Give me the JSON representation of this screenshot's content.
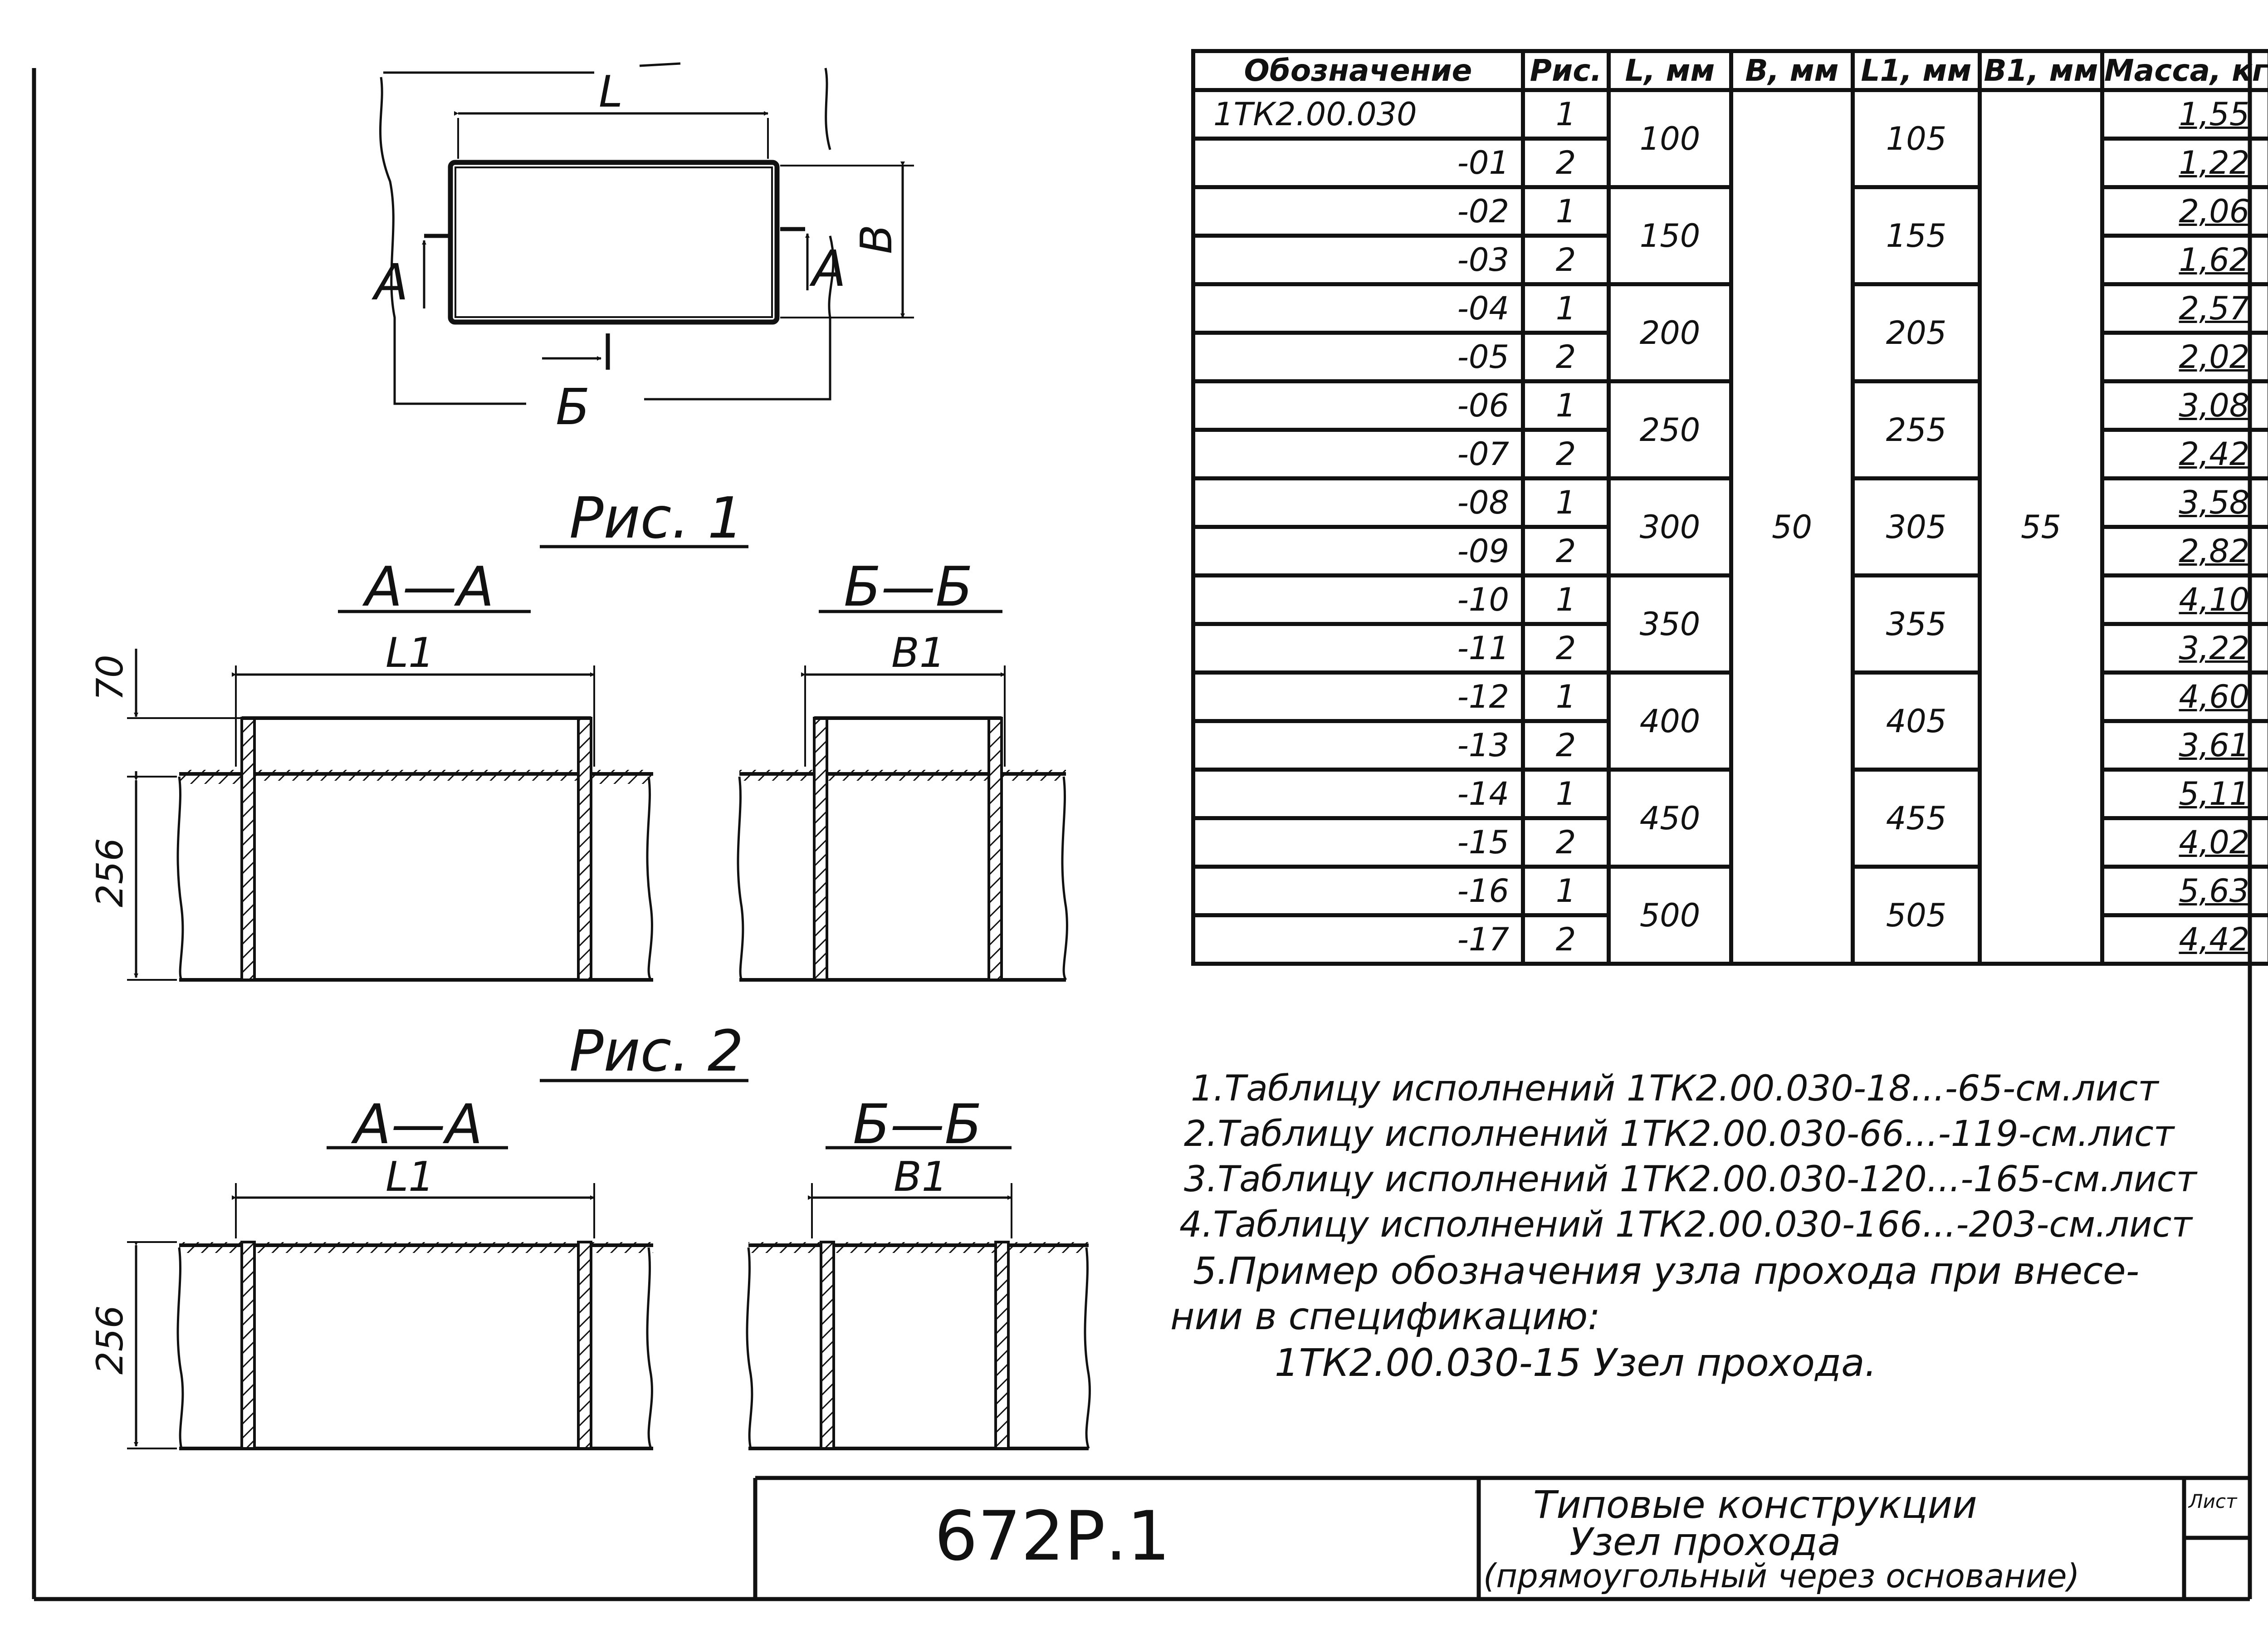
{
  "figures": {
    "plan": {
      "dim_L": "L",
      "dim_B": "B",
      "section_A_left": "A",
      "section_A_right": "A",
      "section_B": "Б"
    },
    "fig1": {
      "caption": "Рис. 1",
      "view_aa": "A—A",
      "view_bb": "Б—Б",
      "dim_L1": "L1",
      "dim_B1": "B1",
      "dim_70": "70",
      "dim_256": "256"
    },
    "fig2": {
      "caption": "Рис. 2",
      "view_aa": "A—A",
      "view_bb": "Б—Б",
      "dim_L1": "L1",
      "dim_B1": "B1",
      "dim_256": "256"
    }
  },
  "table": {
    "headers": [
      "Обозначение",
      "Рис.",
      "L, мм",
      "B, мм",
      "L1, мм",
      "B1, мм",
      "Масса, кг"
    ],
    "designations": [
      "1ТК2.00.030",
      "-01",
      "-02",
      "-03",
      "-04",
      "-05",
      "-06",
      "-07",
      "-08",
      "-09",
      "-10",
      "-11",
      "-12",
      "-13",
      "-14",
      "-15",
      "-16",
      "-17"
    ],
    "figs": [
      "1",
      "2",
      "1",
      "2",
      "1",
      "2",
      "1",
      "2",
      "1",
      "2",
      "1",
      "2",
      "1",
      "2",
      "1",
      "2",
      "1",
      "2"
    ],
    "L": [
      "100",
      "150",
      "200",
      "250",
      "300",
      "350",
      "400",
      "450",
      "500"
    ],
    "L1": [
      "105",
      "155",
      "205",
      "255",
      "305",
      "355",
      "405",
      "455",
      "505"
    ],
    "B": "50",
    "B1": "55",
    "mass": [
      "1,55",
      "1,22",
      "2,06",
      "1,62",
      "2,57",
      "2,02",
      "3,08",
      "2,42",
      "3,58",
      "2,82",
      "4,10",
      "3,22",
      "4,60",
      "3,61",
      "5,11",
      "4,02",
      "5,63",
      "4,42"
    ]
  },
  "notes": [
    "1.Таблицу исполнений 1ТК2.00.030-18...-65-см.лист",
    "2.Таблицу исполнений 1ТК2.00.030-66...-119-см.лист",
    "3.Таблицу исполнений 1ТК2.00.030-120...-165-см.лист",
    "4.Таблицу исполнений 1ТК2.00.030-166...-203-см.лист",
    "5.Пример обозначения узла прохода при внесе-",
    "нии в спецификацию:",
    "1ТК2.00.030-15 Узел прохода."
  ],
  "title_block": {
    "code": "672Р.1",
    "title_line1": "Типовые конструкции",
    "title_line2": "Узел прохода",
    "title_line3": "(прямоугольный через основание)",
    "sheet_label": "Лист"
  }
}
